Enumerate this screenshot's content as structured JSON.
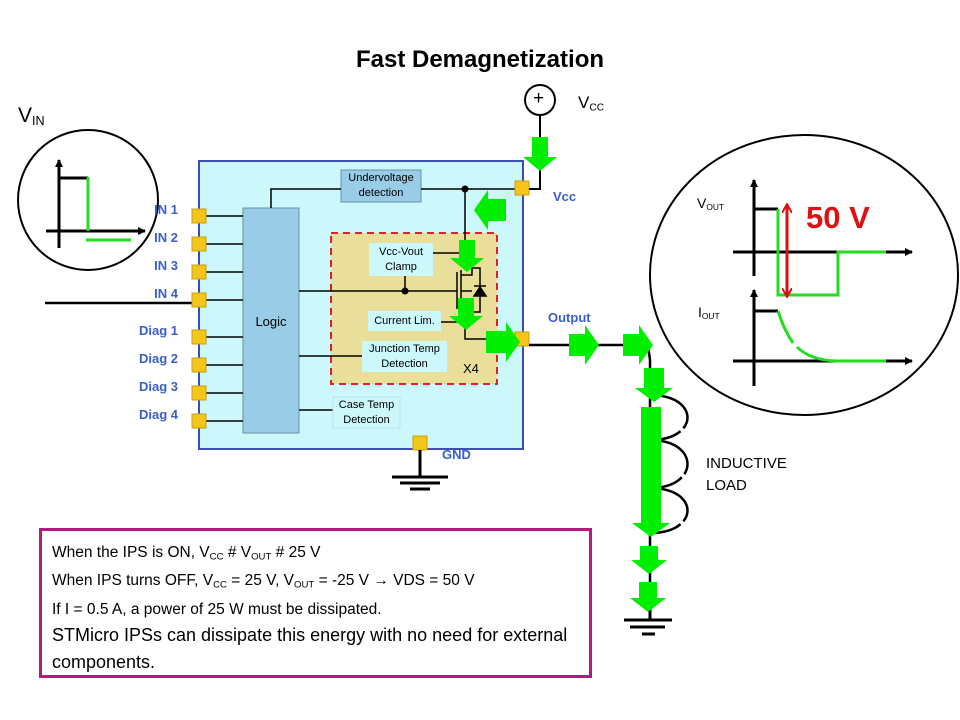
{
  "title": "Fast Demagnetization",
  "input_waveform": {
    "label_main": "V",
    "label_sub": "IN"
  },
  "supply": {
    "symbol": "+",
    "label_main": "V",
    "label_sub": "CC"
  },
  "chip": {
    "pins_left": [
      "IN 1",
      "IN 2",
      "IN 3",
      "IN 4",
      "Diag 1",
      "Diag 2",
      "Diag 3",
      "Diag 4"
    ],
    "pin_vcc": "Vcc",
    "pin_output": "Output",
    "pin_gnd": "GND",
    "blocks": {
      "logic": "Logic",
      "undervoltage": [
        "Undervoltage",
        "detection"
      ],
      "clamp": [
        "Vcc-Vout",
        "Clamp"
      ],
      "current_limit": "Current Lim.",
      "junction_temp": [
        "Junction Temp",
        "Detection"
      ],
      "case_temp": [
        "Case Temp",
        "Detection"
      ],
      "multiplier": "X4"
    }
  },
  "output_waveforms": {
    "vout_main": "V",
    "vout_sub": "OUT",
    "iout_main": "I",
    "iout_sub": "OUT",
    "vds_annotation": "50 V"
  },
  "load": {
    "line1": "INDUCTIVE",
    "line2": "LOAD"
  },
  "note": {
    "line1": {
      "a": "When the IPS is ON, V",
      "a_sub": "CC",
      "b": " # V",
      "b_sub": "OUT",
      "c": " # 25 V"
    },
    "line2": {
      "a": "When IPS turns OFF, V",
      "a_sub": "CC",
      "b": " = 25 V, V",
      "b_sub": "OUT",
      "c": " = -25 V → VDS = 50 V"
    },
    "line3": "If I = 0.5 A, a power of 25 W must be dissipated.",
    "line4": "STMicro IPSs can dissipate this energy with no need for external components."
  },
  "colors": {
    "current_arrow": "#00ee00",
    "chip_bg": "#ccf8fb",
    "chip_border": "#3a4fb0",
    "logic_fill": "#99cce6",
    "power_stage_fill": "#eadf9a",
    "pin_pad": "#f5c518",
    "vds_marker": "#dd1111",
    "pin_label": "#3a5fcd",
    "note_border": "#b5197e"
  }
}
